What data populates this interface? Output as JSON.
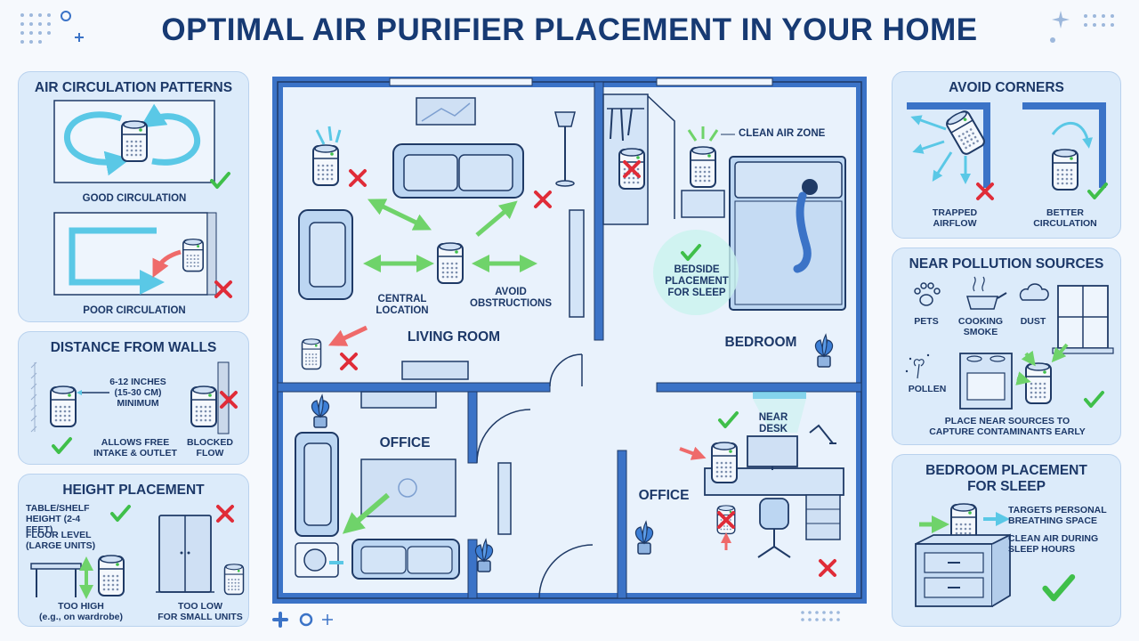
{
  "title": "OPTIMAL AIR PURIFIER PLACEMENT IN YOUR HOME",
  "colors": {
    "navy": "#173a73",
    "panel": "#dcebfa",
    "wall": "#3b73c7",
    "good": "#3fbf4a",
    "bad": "#e02c38",
    "airflow": "#5ac8e6"
  },
  "left_panels": {
    "circulation": {
      "title": "AIR CIRCULATION PATTERNS",
      "good": "GOOD CIRCULATION",
      "poor": "POOR CIRCULATION"
    },
    "distance": {
      "title": "DISTANCE FROM WALLS",
      "measure": "6-12 INCHES\n(15-30 CM)\nMINIMUM",
      "allows": "ALLOWS FREE\nINTAKE & OUTLET",
      "blocked": "BLOCKED\nFLOW"
    },
    "height": {
      "title": "HEIGHT PLACEMENT",
      "table": "TABLE/SHELF\nHEIGHT (2-4 FEET)",
      "floor": "FLOOR LEVEL\n(LARGE UNITS)",
      "too_high": "TOO HIGH\n(e.g., on wardrobe)",
      "too_low": "TOO LOW\nFOR SMALL UNITS"
    }
  },
  "floorplan": {
    "living": {
      "room": "LIVING ROOM",
      "central": "CENTRAL\nLOCATION",
      "avoid": "AVOID\nOBSTRUCTIONS"
    },
    "bedroom": {
      "room": "BEDROOM",
      "clean_zone": "CLEAN AIR ZONE",
      "bedside": "BEDSIDE\nPLACEMENT\nFOR SLEEP"
    },
    "office_left": {
      "room": "OFFICE"
    },
    "office_right": {
      "room": "OFFICE",
      "near_desk": "NEAR\nDESK"
    }
  },
  "right_panels": {
    "corners": {
      "title": "AVOID CORNERS",
      "trapped": "TRAPPED\nAIRFLOW",
      "better": "BETTER\nCIRCULATION"
    },
    "pollution": {
      "title": "NEAR POLLUTION SOURCES",
      "pets": "PETS",
      "cooking": "COOKING\nSMOKE",
      "dust": "DUST",
      "pollen": "POLLEN",
      "note": "PLACE NEAR SOURCES TO\nCAPTURE CONTAMINANTS EARLY"
    },
    "sleep": {
      "title": "BEDROOM PLACEMENT\nFOR SLEEP",
      "targets": "TARGETS PERSONAL\nBREATHING SPACE",
      "clean": "CLEAN AIR DURING\nSLEEP HOURS"
    }
  }
}
